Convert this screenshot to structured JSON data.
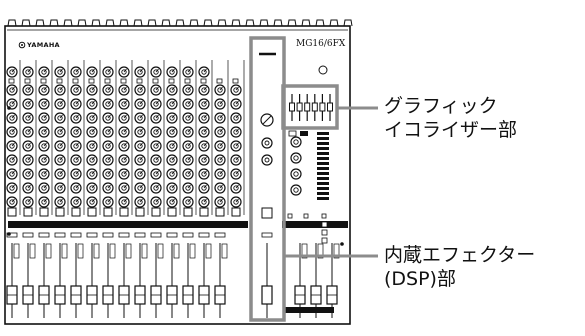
{
  "device": {
    "brand": "YAMAHA",
    "brand_logo": "yamaha-tuning-fork-logo",
    "model": "MG16/6FX"
  },
  "callouts": [
    {
      "id": "graphic-eq",
      "lines": [
        "グラフィック",
        "イコライザー部"
      ]
    },
    {
      "id": "dsp-effects",
      "lines": [
        "内蔵エフェクター",
        "(DSP)部"
      ]
    }
  ],
  "colors": {
    "outline": "#111111",
    "highlight_box": "#8c8c8c",
    "panel": "#ffffff"
  }
}
